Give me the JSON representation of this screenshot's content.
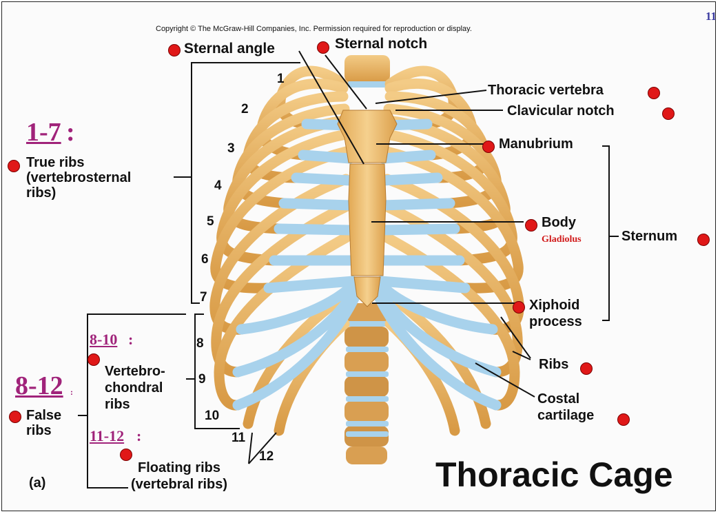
{
  "copyright": "Copyright © The McGraw-Hill Companies, Inc. Permission required for reproduction or display.",
  "slide_number": "11",
  "title": "Thoracic Cage",
  "panel_letter": "(a)",
  "labels": {
    "sternal_angle": "Sternal angle",
    "sternal_notch": "Sternal notch",
    "thoracic_vertebra": "Thoracic vertebra",
    "clavicular_notch": "Clavicular notch",
    "manubrium": "Manubrium",
    "body": "Body",
    "gladiolus": "Gladiolus",
    "sternum": "Sternum",
    "xiphoid_1": "Xiphoid",
    "xiphoid_2": "process",
    "ribs": "Ribs",
    "costal_1": "Costal",
    "costal_2": "cartilage",
    "true_ribs_1": "True ribs",
    "true_ribs_2": "(vertebrosternal",
    "true_ribs_3": "ribs)",
    "false_ribs_1": "False",
    "false_ribs_2": "ribs",
    "vc_1": "Vertebro-",
    "vc_2": "chondral",
    "vc_3": "ribs",
    "float_1": "Floating ribs",
    "float_2": "(vertebral ribs)"
  },
  "ranges": {
    "r1_7": "1-7",
    "r8_12": "8-12",
    "r8_10": "8-10",
    "r11_12": "11-12"
  },
  "rib_numbers": [
    "1",
    "2",
    "3",
    "4",
    "5",
    "6",
    "7",
    "8",
    "9",
    "10",
    "11",
    "12"
  ],
  "colors": {
    "bone": "#e6b060",
    "cartilage": "#a8d2ec",
    "marker": "#e01818",
    "range_label": "#a0237a",
    "gladiolus": "#d11a1a"
  }
}
